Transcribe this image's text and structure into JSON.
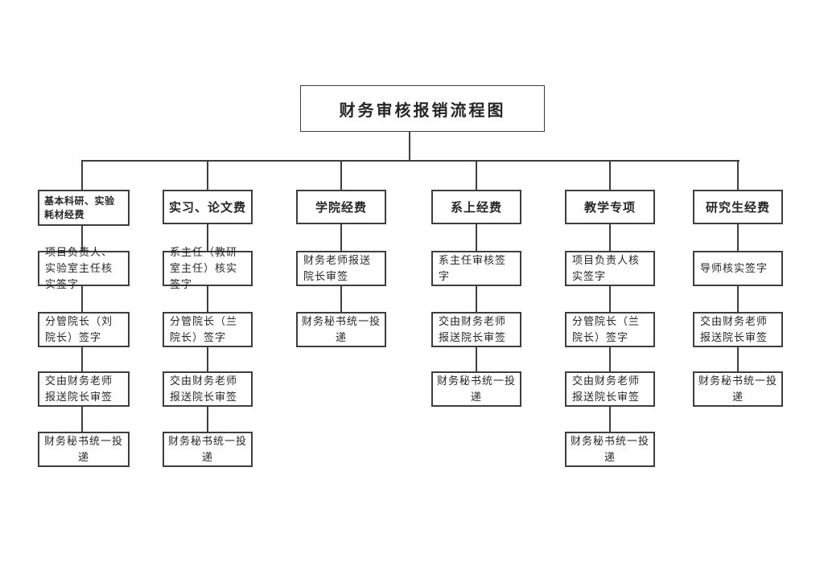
{
  "title": "财务审核报销流程图",
  "columns": [
    {
      "header": "基本科研、实验耗材经费",
      "steps": [
        "项目负责人、实验室主任核实签字",
        "分管院长（刘院长）签字",
        "交由财务老师报送院长审签",
        "财务秘书统一投递"
      ]
    },
    {
      "header": "实习、论文费",
      "steps": [
        "系主任（教研室主任）核实签字",
        "分管院长（兰院长）签字",
        "交由财务老师报送院长审签",
        "财务秘书统一投递"
      ]
    },
    {
      "header": "学院经费",
      "steps": [
        "财务老师报送院长审签",
        "财务秘书统一投递"
      ]
    },
    {
      "header": "系上经费",
      "steps": [
        "系主任审核签字",
        "交由财务老师报送院长审签",
        "财务秘书统一投递"
      ]
    },
    {
      "header": "教学专项",
      "steps": [
        "项目负责人核实签字",
        "分管院长（兰院长）签字",
        "交由财务老师报送院长审签",
        "财务秘书统一投递"
      ]
    },
    {
      "header": "研究生经费",
      "steps": [
        "导师核实签字",
        "交由财务老师报送院长审签",
        "财务秘书统一投递"
      ]
    }
  ],
  "colors": {
    "line": "#3e3e3e",
    "text": "#262626",
    "background": "#ffffff"
  }
}
